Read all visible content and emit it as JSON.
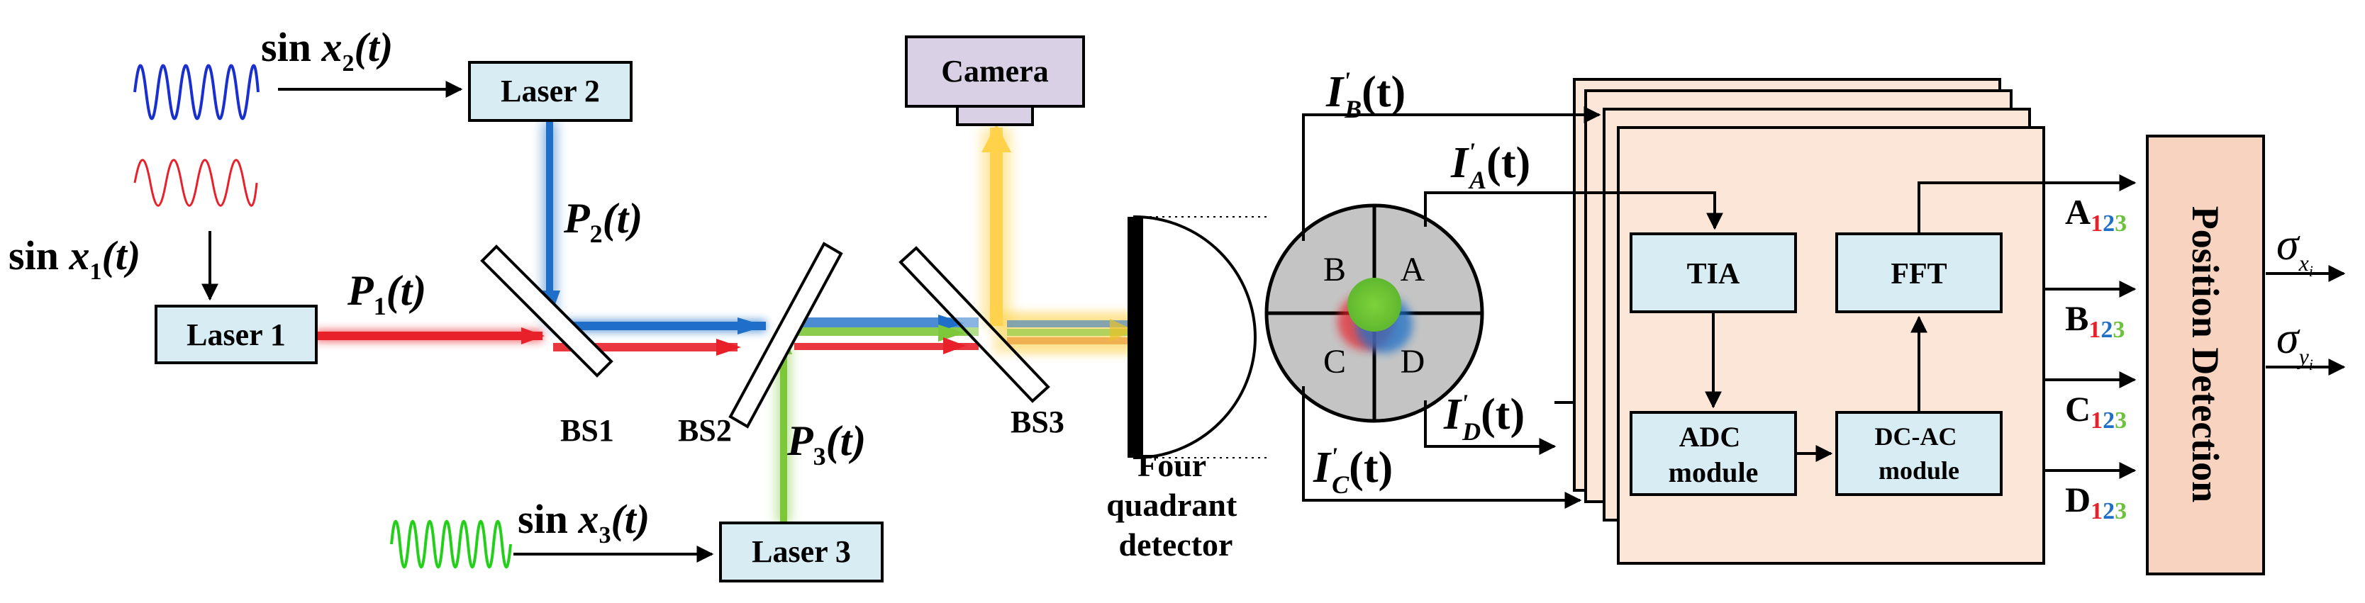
{
  "lasers": {
    "laser1": "Laser 1",
    "laser2": "Laser 2",
    "laser3": "Laser 3"
  },
  "camera": "Camera",
  "splitters": {
    "bs1": "BS1",
    "bs2": "BS2",
    "bs3": "BS3"
  },
  "signals": {
    "sin1_prefix": "sin ",
    "sin1_var": "x",
    "sin1_sub": "1",
    "sin1_arg": "(t)",
    "sin2_prefix": "sin ",
    "sin2_var": "x",
    "sin2_sub": "2",
    "sin2_arg": "(t)",
    "sin3_prefix": "sin ",
    "sin3_var": "x",
    "sin3_sub": "3",
    "sin3_arg": "(t)"
  },
  "powers": {
    "p1_var": "P",
    "p1_sub": "1",
    "p1_arg": "(t)",
    "p2_var": "P",
    "p2_sub": "2",
    "p2_arg": "(t)",
    "p3_var": "P",
    "p3_sub": "3",
    "p3_arg": "(t)"
  },
  "currents": {
    "ib_var": "I",
    "ib_sub": "B",
    "ib_arg": "(t)",
    "ia_var": "I",
    "ia_sub": "A",
    "ia_arg": "(t)",
    "id_var": "I",
    "id_sub": "D",
    "id_arg": "(t)",
    "ic_var": "I",
    "ic_sub": "C",
    "ic_arg": "(t)",
    "prime": "'"
  },
  "detector": {
    "label_line1": "Four",
    "label_line2": "quadrant",
    "label_line3": "detector",
    "quad_a": "A",
    "quad_b": "B",
    "quad_c": "C",
    "quad_d": "D"
  },
  "modules": {
    "tia": "TIA",
    "fft": "FFT",
    "adc_line1": "ADC",
    "adc_line2": "module",
    "dcac_line1": "DC-AC",
    "dcac_line2": "module"
  },
  "outputs": {
    "a": "A",
    "b": "B",
    "c": "C",
    "d": "D",
    "n1": "1",
    "n2": "2",
    "n3": "3"
  },
  "position_detection": "Position Detection",
  "sigma": {
    "symbol": "σ",
    "x_sub": "x",
    "y_sub": "y",
    "i_sub": "i"
  },
  "colors": {
    "red": "#e8202a",
    "blue": "#1f6fc8",
    "green": "#6cc23a",
    "yellow": "#ffd24a",
    "box_fill": "#d8ecf3",
    "camera_fill": "#d9d0e5",
    "position_fill": "#f8d3bf",
    "detector_fill": "#c4c4c4"
  }
}
